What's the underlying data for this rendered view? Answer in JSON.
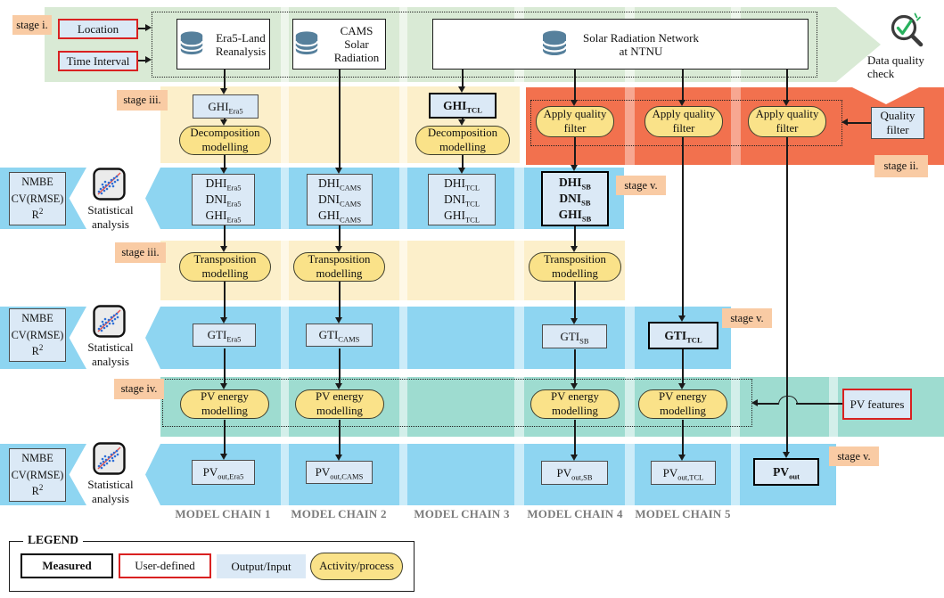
{
  "colors": {
    "band_green": "#d9ead5",
    "band_orange": "#f2714e",
    "band_yellow": "#fcefca",
    "band_blue": "#8ed5f1",
    "band_teal": "#9edcd0",
    "stage_bg": "#f9cba4",
    "io_fill": "#dbe9f6",
    "proc_fill": "#fae289",
    "user_border": "#d92121",
    "measured_border": "#000000",
    "db_icon": "#56809c",
    "check_green": "#27b05c",
    "chain_color": "#7b7b7b"
  },
  "stage_labels": {
    "i": "stage i.",
    "ii": "stage ii.",
    "iii_a": "stage iii.",
    "iii_b": "stage iii.",
    "iv": "stage iv.",
    "v_a": "stage v.",
    "v_b": "stage v.",
    "v_c": "stage v."
  },
  "top": {
    "location": "Location",
    "time_interval": "Time Interval",
    "sources": {
      "era5": "Era5-Land Reanalysis",
      "cams": "CAMS Solar Radiation",
      "ntnu": "Solar Radiation Network at NTNU"
    },
    "data_quality_check": "Data quality check"
  },
  "quality": {
    "apply_filter": "Apply quality filter",
    "filter_box": "Quality filter"
  },
  "processes": {
    "decomposition": "Decomposition modelling",
    "transposition": "Transposition modelling",
    "pv_energy": "PV energy modelling"
  },
  "pv_features": "PV features",
  "stats": {
    "m1": "NMBE",
    "m2": "CV(RMSE)",
    "m3_base": "R",
    "m3_sup": "2",
    "label": "Statistical analysis"
  },
  "io": {
    "ghi_era5": {
      "b": "GHI",
      "s": "Era5"
    },
    "ghi_tcl": {
      "b": "GHI",
      "s": "TCL"
    },
    "tri_era5": [
      {
        "b": "DHI",
        "s": "Era5"
      },
      {
        "b": "DNI",
        "s": "Era5"
      },
      {
        "b": "GHI",
        "s": "Era5"
      }
    ],
    "tri_cams": [
      {
        "b": "DHI",
        "s": "CAMS"
      },
      {
        "b": "DNI",
        "s": "CAMS"
      },
      {
        "b": "GHI",
        "s": "CAMS"
      }
    ],
    "tri_tcl": [
      {
        "b": "DHI",
        "s": "TCL"
      },
      {
        "b": "DNI",
        "s": "TCL"
      },
      {
        "b": "GHI",
        "s": "TCL"
      }
    ],
    "tri_sb": [
      {
        "b": "DHI",
        "s": "SB"
      },
      {
        "b": "DNI",
        "s": "SB"
      },
      {
        "b": "GHI",
        "s": "SB"
      }
    ],
    "gti_era5": {
      "b": "GTI",
      "s": "Era5"
    },
    "gti_cams": {
      "b": "GTI",
      "s": "CAMS"
    },
    "gti_sb": {
      "b": "GTI",
      "s": "SB"
    },
    "gti_tcl": {
      "b": "GTI",
      "s": "TCL"
    },
    "pv_era5": {
      "b": "PV",
      "s": "out,Era5"
    },
    "pv_cams": {
      "b": "PV",
      "s": "out,CAMS"
    },
    "pv_sb": {
      "b": "PV",
      "s": "out,SB"
    },
    "pv_tcl": {
      "b": "PV",
      "s": "out,TCL"
    },
    "pv_out": {
      "b": "PV",
      "s": "out"
    }
  },
  "chains": [
    "MODEL CHAIN 1",
    "MODEL CHAIN 2",
    "MODEL CHAIN 3",
    "MODEL CHAIN 4",
    "MODEL CHAIN 5"
  ],
  "legend": {
    "title": "LEGEND",
    "measured": "Measured",
    "user_defined": "User-defined",
    "output_input": "Output/Input",
    "activity": "Activity/process"
  }
}
